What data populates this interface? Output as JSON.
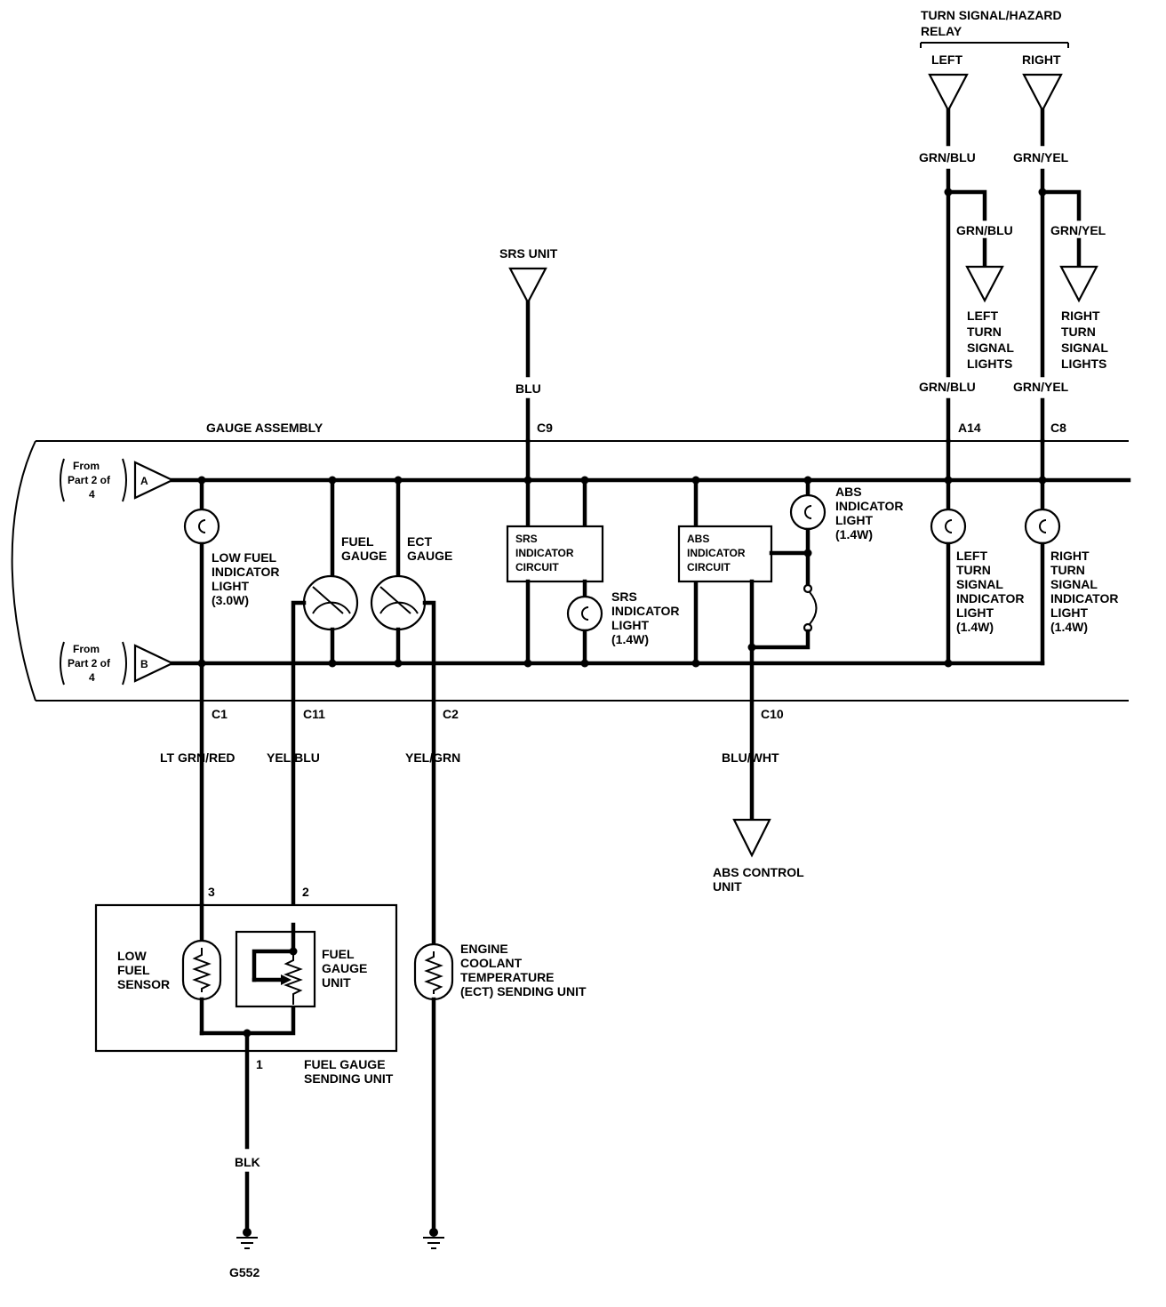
{
  "relay": {
    "title_line1": "TURN SIGNAL/HAZARD",
    "title_line2": "RELAY",
    "left_label": "LEFT",
    "right_label": "RIGHT",
    "left_wire": "GRN/BLU",
    "right_wire": "GRN/YEL",
    "left_branch_wire": "GRN/BLU",
    "right_branch_wire": "GRN/YEL",
    "left_lights": [
      "LEFT",
      "TURN",
      "SIGNAL",
      "LIGHTS"
    ],
    "right_lights": [
      "RIGHT",
      "TURN",
      "SIGNAL",
      "LIGHTS"
    ],
    "left_wire_lower": "GRN/BLU",
    "right_wire_lower": "GRN/YEL"
  },
  "srs_unit": {
    "label": "SRS UNIT",
    "wire": "BLU",
    "connector": "C9"
  },
  "gauge_assembly": {
    "title": "GAUGE ASSEMBLY",
    "connector_a14": "A14",
    "connector_c8": "C8",
    "from_a": {
      "line1": "From",
      "line2": "Part 2 of",
      "line3": "4",
      "letter": "A"
    },
    "from_b": {
      "line1": "From",
      "line2": "Part 2 of",
      "line3": "4",
      "letter": "B"
    },
    "low_fuel_light": [
      "LOW FUEL",
      "INDICATOR",
      "LIGHT",
      "(3.0W)"
    ],
    "fuel_gauge": [
      "FUEL",
      "GAUGE"
    ],
    "ect_gauge": [
      "ECT",
      "GAUGE"
    ],
    "srs_circuit": [
      "SRS",
      "INDICATOR",
      "CIRCUIT"
    ],
    "srs_light": [
      "SRS",
      "INDICATOR",
      "LIGHT",
      "(1.4W)"
    ],
    "abs_circuit": [
      "ABS",
      "INDICATOR",
      "CIRCUIT"
    ],
    "abs_light": [
      "ABS",
      "INDICATOR",
      "LIGHT",
      "(1.4W)"
    ],
    "left_turn_light": [
      "LEFT",
      "TURN",
      "SIGNAL",
      "INDICATOR",
      "LIGHT",
      "(1.4W)"
    ],
    "right_turn_light": [
      "RIGHT",
      "TURN",
      "SIGNAL",
      "INDICATOR",
      "LIGHT",
      "(1.4W)"
    ]
  },
  "lower": {
    "c1": "C1",
    "c11": "C11",
    "c2": "C2",
    "c10": "C10",
    "w_c1": "LT GRN/RED",
    "w_c11": "YEL/BLU",
    "w_c2": "YEL/GRN",
    "w_c10": "BLU/WHT",
    "abs_control": [
      "ABS CONTROL",
      "UNIT"
    ],
    "pin3": "3",
    "pin2": "2",
    "pin1": "1",
    "low_fuel_sensor": [
      "LOW",
      "FUEL",
      "SENSOR"
    ],
    "fuel_gauge_unit": [
      "FUEL",
      "GAUGE",
      "UNIT"
    ],
    "sending_unit": [
      "FUEL GAUGE",
      "SENDING UNIT"
    ],
    "ect_sending": [
      "ENGINE",
      "COOLANT",
      "TEMPERATURE",
      "(ECT) SENDING UNIT"
    ],
    "ground_wire": "BLK",
    "ground": "G552"
  }
}
